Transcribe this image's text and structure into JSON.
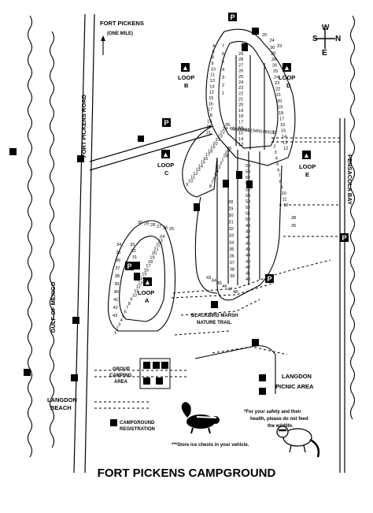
{
  "map": {
    "title": "FORT PICKENS CAMPGROUND",
    "compass": {
      "n": "N",
      "s": "S",
      "e": "E",
      "w": "W"
    },
    "roads": {
      "fort_pickens_road": "FORT PICKENS ROAD",
      "fort_pickens_arrow": "FORT PICKENS",
      "fort_pickens_distance": "(ONE MILE)"
    },
    "water": {
      "gulf": "GULF OF MEXICO",
      "bay": "PENSACOLA BAY"
    },
    "loops": {
      "a": {
        "word": "LOOP",
        "letter": "A"
      },
      "b": {
        "word": "LOOP",
        "letter": "B"
      },
      "c": {
        "word": "LOOP",
        "letter": "C"
      },
      "d": {
        "word": "LOOP",
        "letter": "D"
      },
      "e": {
        "word": "LOOP",
        "letter": "E"
      }
    },
    "areas": {
      "group_camping": [
        "GROUP",
        "CAMPING",
        "AREA"
      ],
      "langdon_picnic": [
        "LANGDON",
        "PICNIC AREA"
      ],
      "langdon_beach": [
        "LANGDON",
        "BEACH"
      ],
      "campground_registration": [
        "CAMPGROUND",
        "REGISTRATION"
      ],
      "blackbird_marsh": [
        "BLACKBIRD MARSH",
        "NATURE TRAIL"
      ]
    },
    "notes": {
      "safety": [
        "*For your safety and their",
        "health, please do not feed",
        "the wildlife."
      ],
      "ice": "***Store ice chests in your vehicle."
    },
    "icon_glyphs": {
      "parking": "P",
      "tent": "▲",
      "restroom": "♿"
    },
    "site_numbers": {
      "loop_b_outer": [
        "4",
        "6",
        "8",
        "9",
        "10",
        "11",
        "13",
        "14",
        "12",
        "15",
        "16",
        "17",
        "18",
        "19",
        "20",
        "21"
      ],
      "loop_b_inner": [
        "7",
        "6",
        "5",
        "4",
        "3",
        "2",
        "1"
      ],
      "loop_d_left": [
        "29",
        "28",
        "27",
        "26",
        "25",
        "24",
        "23",
        "22",
        "21",
        "20",
        "19",
        "18",
        "17",
        "16",
        "15",
        "14",
        "13"
      ],
      "loop_d_right": [
        "30",
        "29",
        "28",
        "26",
        "25",
        "24",
        "23",
        "22",
        "21",
        "20",
        "19",
        "18",
        "17",
        "16",
        "15",
        "14",
        "13",
        "12"
      ],
      "loop_d_top": [
        "25",
        "24",
        "23"
      ],
      "loop_c": [
        "25",
        "24",
        "22",
        "23",
        "21",
        "20",
        "19",
        "18",
        "17",
        "16",
        "15",
        "14",
        "13",
        "12",
        "11",
        "10",
        "9"
      ],
      "loop_c_inner": [
        "26",
        "27",
        "28",
        "1",
        "2",
        "3",
        "4",
        "5",
        "6",
        "7",
        "8"
      ],
      "loop_e_left": [
        "60",
        "61",
        "62",
        "63",
        "64",
        "65",
        "66",
        "1",
        "2",
        "3",
        "4",
        "5",
        "6",
        "7",
        "8",
        "9",
        "10",
        "11"
      ],
      "loop_e_right": [
        "1",
        "2",
        "3",
        "4",
        "5",
        "6",
        "7",
        "8",
        "9",
        "10",
        "11",
        "12"
      ],
      "center_col1": [
        "59",
        "58",
        "57",
        "56",
        "55",
        "54",
        "53",
        "52",
        "51",
        "50",
        "49",
        "48",
        "47",
        "46",
        "45",
        "44",
        "43",
        "42",
        "41",
        "40"
      ],
      "center_col2": [
        "28",
        "29",
        "30",
        "31",
        "32",
        "33",
        "34",
        "35",
        "36",
        "37",
        "38",
        "39"
      ],
      "loop_e_extra": [
        "38",
        "35"
      ],
      "loop_a_top": [
        "30",
        "29",
        "28",
        "27",
        "26",
        "25"
      ],
      "loop_a_left": [
        "34",
        "35",
        "36",
        "37",
        "38",
        "39",
        "40",
        "41",
        "42",
        "43"
      ],
      "loop_a_right": [
        "24",
        "23",
        "22",
        "21",
        "20",
        "19",
        "18",
        "17",
        "16",
        "15",
        "14",
        "13",
        "12",
        "11",
        "10",
        "9",
        "8",
        "7",
        "6",
        "5",
        "4",
        "3",
        "2",
        "1"
      ],
      "loop_a_inner": [
        "33",
        "32",
        "31"
      ],
      "lower_center": [
        "43",
        "44",
        "45",
        "46",
        "47",
        "48"
      ]
    }
  }
}
